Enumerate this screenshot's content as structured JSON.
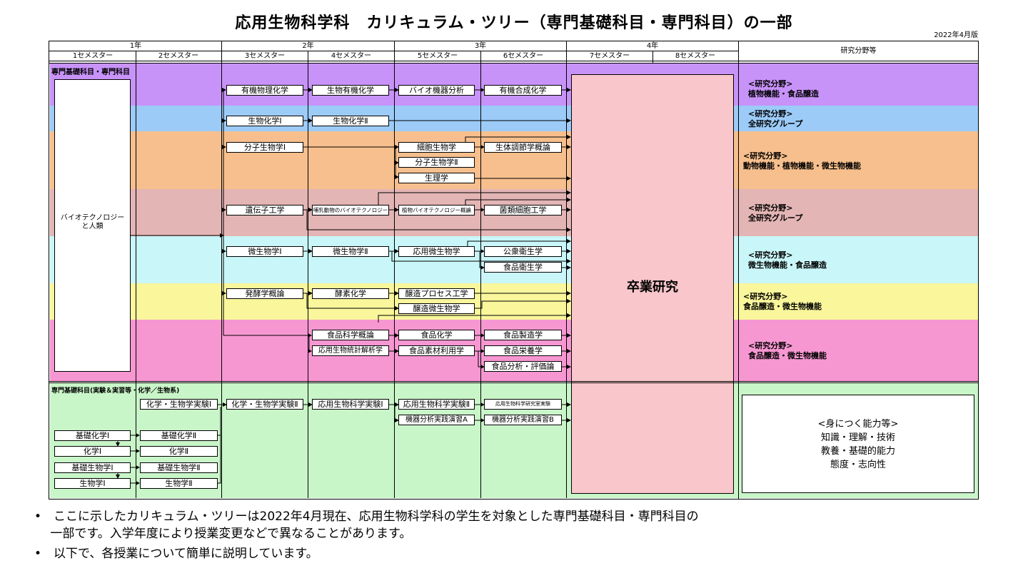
{
  "title": "応用生物科学科　カリキュラム・ツリー（専門基礎科目・専門科目）の一部",
  "edition": "2022年4月版",
  "header": {
    "years": [
      "1年",
      "2年",
      "3年",
      "4年"
    ],
    "semesters": [
      "1セメスター",
      "2セメスター",
      "3セメスター",
      "4セメスター",
      "5セメスター",
      "6セメスター",
      "7セメスター",
      "8セメスター"
    ],
    "research_col": "研究分野等"
  },
  "sections": {
    "main": "専門基礎科目・専門科目",
    "lab": "専門基礎科目(実験＆実習等・化学／生物系)"
  },
  "colors": {
    "purple": "#c893f9",
    "blue": "#9ccbf8",
    "orange": "#f7bf8d",
    "rose": "#e3b5b4",
    "cyan": "#c9f6f8",
    "yellow": "#f9f69b",
    "pink": "#f797d2",
    "green": "#c9f6c8",
    "graduation": "#f8c6cb"
  },
  "bio_course": [
    "バイオテクノロジー",
    "と人類"
  ],
  "graduation": "卒業研究",
  "courses": {
    "c1": "有機物理化学",
    "c2": "生物有機化学",
    "c3": "バイオ機器分析",
    "c4": "有機合成化学",
    "c5": "生物化学Ⅰ",
    "c6": "生物化学Ⅱ",
    "c7": "分子生物学Ⅰ",
    "c8": "細胞生物学",
    "c9": "生体調節学概論",
    "c10": "分子生物学Ⅱ",
    "c11": "生理学",
    "c12": "遺伝子工学",
    "c13": "哺乳動物のバイオテクノロジー",
    "c14": "植物バイオテクノロジー概論",
    "c15": "菌類細胞工学",
    "c16": "微生物学Ⅰ",
    "c17": "微生物学Ⅱ",
    "c18": "応用微生物学",
    "c19": "公衆衛生学",
    "c20": "食品衛生学",
    "c21": "発酵学概論",
    "c22": "酵素化学",
    "c23": "醸造プロセス工学",
    "c24": "醸造微生物学",
    "c25": "食品科学概論",
    "c26": "食品化学",
    "c27": "食品製造学",
    "c28": "応用生物統計解析学",
    "c29": "食品素材利用学",
    "c30": "食品栄養学",
    "c31": "食品分析・評価論",
    "l1": "化学・生物学実験Ⅰ",
    "l2": "化学・生物学実験Ⅱ",
    "l3": "応用生物科学実験Ⅰ",
    "l4": "応用生物科学実験Ⅱ",
    "l5": "応用生物科学研究室実験",
    "l6": "機器分析実践演習A",
    "l7": "機器分析実践演習B",
    "b1": "基礎化学Ⅰ",
    "b2": "基礎化学Ⅱ",
    "b3": "化学Ⅰ",
    "b4": "化学Ⅱ",
    "b5": "基礎生物学Ⅰ",
    "b6": "基礎生物学Ⅱ",
    "b7": "生物学Ⅰ",
    "b8": "生物学Ⅱ"
  },
  "research_fields": [
    {
      "head": "<研究分野>",
      "body": "植物機能・食品醸造"
    },
    {
      "head": "<研究分野>",
      "body": "全研究グループ"
    },
    {
      "head": "<研究分野>",
      "body": "動物機能・植物機能・微生物機能"
    },
    {
      "head": "<研究分野>",
      "body": "全研究グループ"
    },
    {
      "head": "<研究分野>",
      "body": "微生物機能・食品醸造"
    },
    {
      "head": "<研究分野>",
      "body": "食品醸造・微生物機能"
    },
    {
      "head": "<研究分野>",
      "body": "食品醸造・微生物機能"
    }
  ],
  "skills": {
    "head": "<身につく能力等>",
    "lines": [
      "知識・理解・技術",
      "教養・基礎的能力",
      "態度・志向性"
    ]
  },
  "notes": [
    "•　ここに示したカリキュラム・ツリーは2022年4月現在、応用生物科学科の学生を対象とした専門基礎科目・専門科目の",
    "　 一部です。入学年度により授業変更などで異なることがあります。",
    "•　以下で、各授業について簡単に説明しています。"
  ]
}
